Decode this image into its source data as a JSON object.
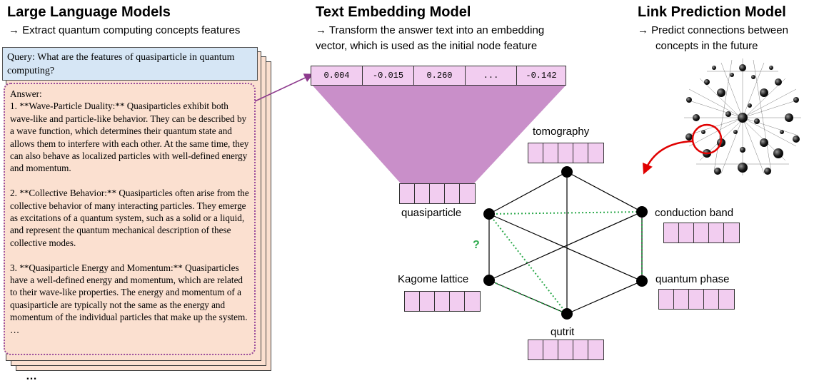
{
  "llm": {
    "title": "Large Language Models",
    "desc": "→ Extract quantum computing concepts features",
    "query": "Query: What are the features of quasiparticle in quantum computing?",
    "answer_head": "Answer:",
    "answer_paras": [
      "1. **Wave-Particle Duality:** Quasiparticles exhibit both wave-like and particle-like behavior. They can be described by a wave function, which determines their quantum state and allows them to interfere with each other. At the same time, they can also behave as localized particles with well-defined energy and momentum.",
      "2. **Collective Behavior:** Quasiparticles often arise from the collective behavior of many interacting particles. They emerge as excitations of a quantum system, such as a solid or a liquid, and represent the quantum mechanical description of these collective modes.",
      "3. **Quasiparticle Energy and Momentum:** Quasiparticles have a well-defined energy and momentum, which are related to their wave-like properties. The energy and momentum of a quasiparticle are typically not the same as the energy and momentum of the individual particles that make up the system."
    ],
    "answer_tail": "…",
    "more": "…"
  },
  "embedding": {
    "title": "Text Embedding Model",
    "desc_line1": "→  Transform the answer text into an embedding",
    "desc_line2": "vector, which is used as the initial node feature",
    "vector": [
      "0.004",
      "-0.015",
      "0.260",
      "...",
      "-0.142"
    ]
  },
  "linkpred": {
    "title": "Link Prediction Model",
    "desc_line1": "→  Predict connections between",
    "desc_line2": "concepts in the future"
  },
  "graph": {
    "nodes": {
      "tomography": "tomography",
      "quasiparticle": "quasiparticle",
      "conduction_band": "conduction band",
      "kagome": "Kagome lattice",
      "quantum_phase": "quantum phase",
      "qutrit": "qutrit"
    },
    "question": "?"
  },
  "colors": {
    "query_bg": "#d6e6f5",
    "answer_bg": "#fbe0d0",
    "embedding_funnel": "#c98fc9",
    "vector_cell": "#f2cdf0",
    "predicted_edge": "#2eaa4d",
    "highlight": "#e00000"
  }
}
